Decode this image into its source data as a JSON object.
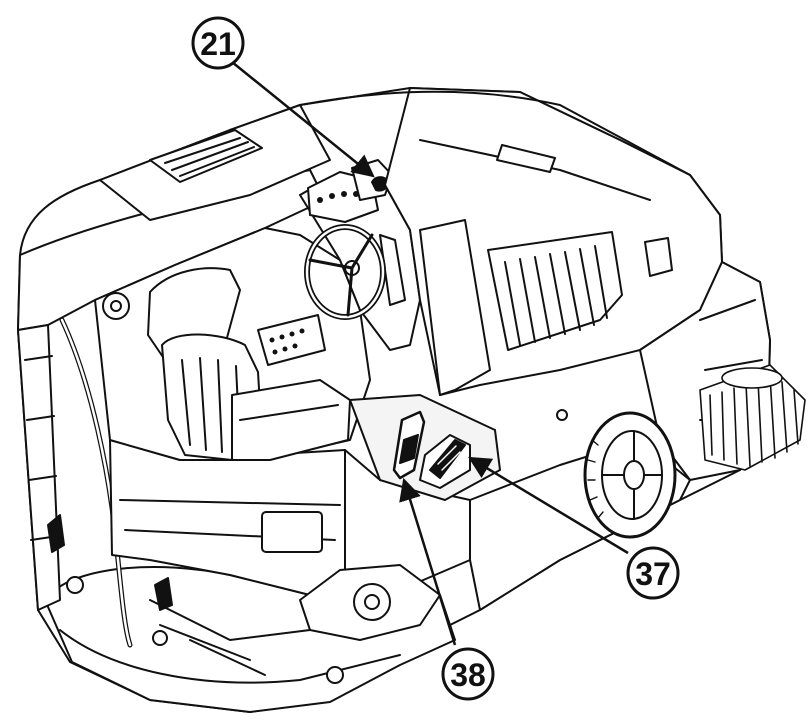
{
  "callouts": [
    {
      "id": "c21",
      "label": "21",
      "part": "key-switch-pointer"
    },
    {
      "id": "c37",
      "label": "37",
      "part": "brake-pedal-pointer"
    },
    {
      "id": "c38",
      "label": "38",
      "part": "accelerator-pedal-pointer"
    }
  ],
  "colors": {
    "line": "#111111",
    "fill": "#ffffff",
    "shade": "#e6e6e6",
    "dark": "#222222"
  }
}
